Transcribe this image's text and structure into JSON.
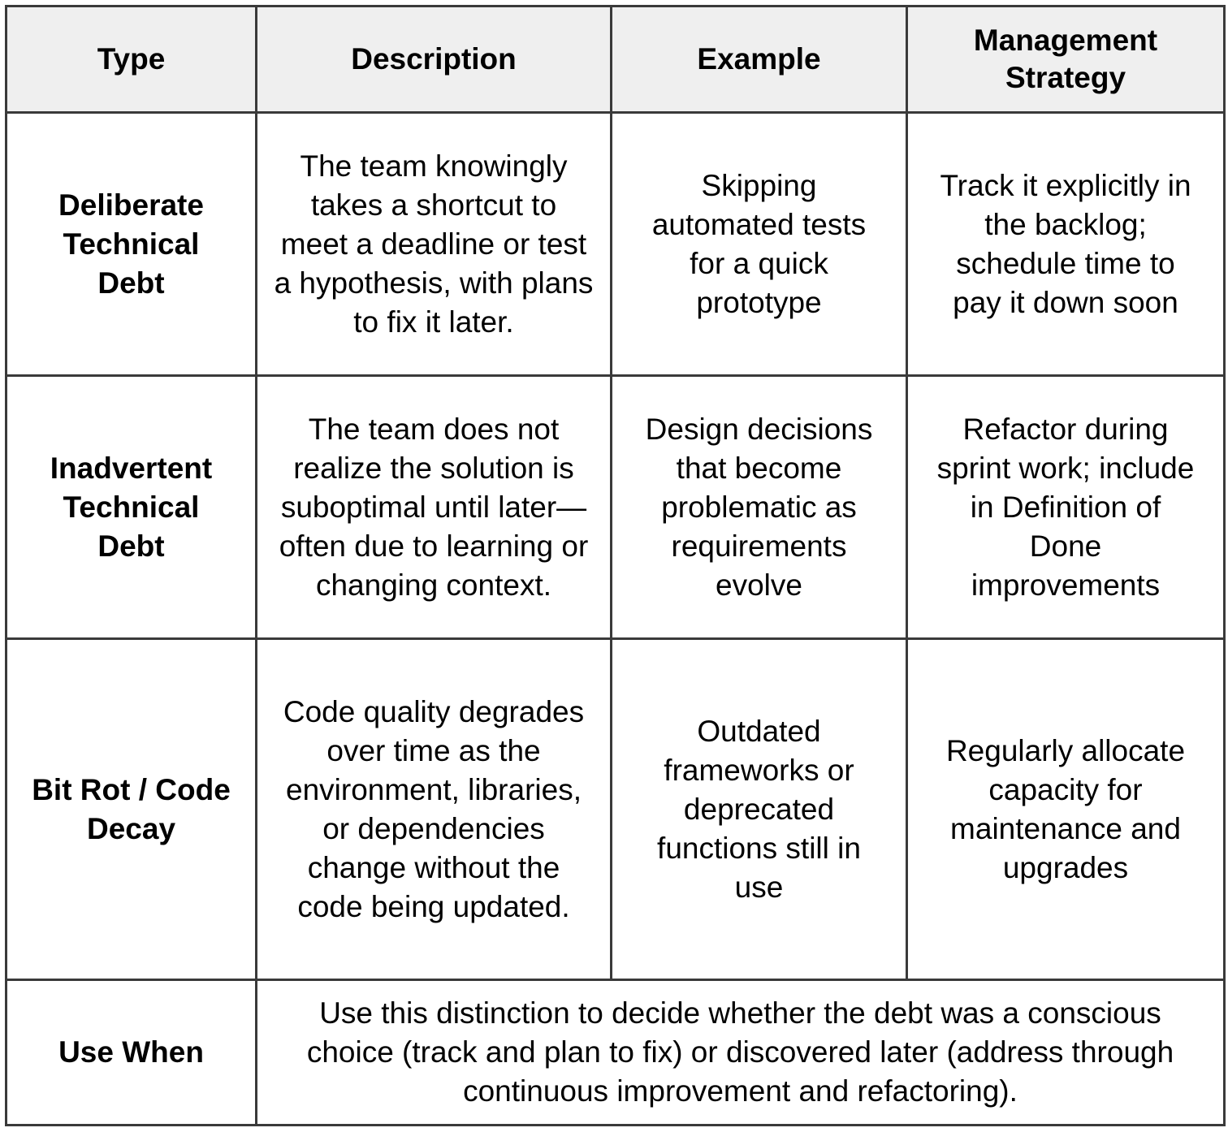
{
  "table": {
    "headers": [
      "Type",
      "Description",
      "Example",
      "Management Strategy"
    ],
    "rows": [
      {
        "type": "Deliberate Technical Debt",
        "description": "The team knowingly takes a shortcut to meet a deadline or test a hypothesis, with plans to fix it later.",
        "example": "Skipping automated tests for a quick prototype",
        "strategy": "Track it explicitly in the backlog; schedule time to pay it down soon"
      },
      {
        "type": "Inadvertent Technical Debt",
        "description": "The team does not realize the solution is suboptimal until later—often due to learning or changing context.",
        "example": "Design decisions that become problematic as requirements evolve",
        "strategy": "Refactor during sprint work; include in Definition of Done improvements"
      },
      {
        "type": "Bit Rot / Code Decay",
        "description": "Code quality degrades over time as the environment, libraries, or dependencies change without the code being updated.",
        "example": "Outdated frameworks or deprecated functions still in use",
        "strategy": "Regularly allocate capacity for maintenance and upgrades"
      }
    ],
    "footer": {
      "label": "Use When",
      "text": "Use this distinction to decide whether the debt was a conscious choice (track and plan to fix) or discovered later (address through continuous improvement and refactoring)."
    }
  }
}
